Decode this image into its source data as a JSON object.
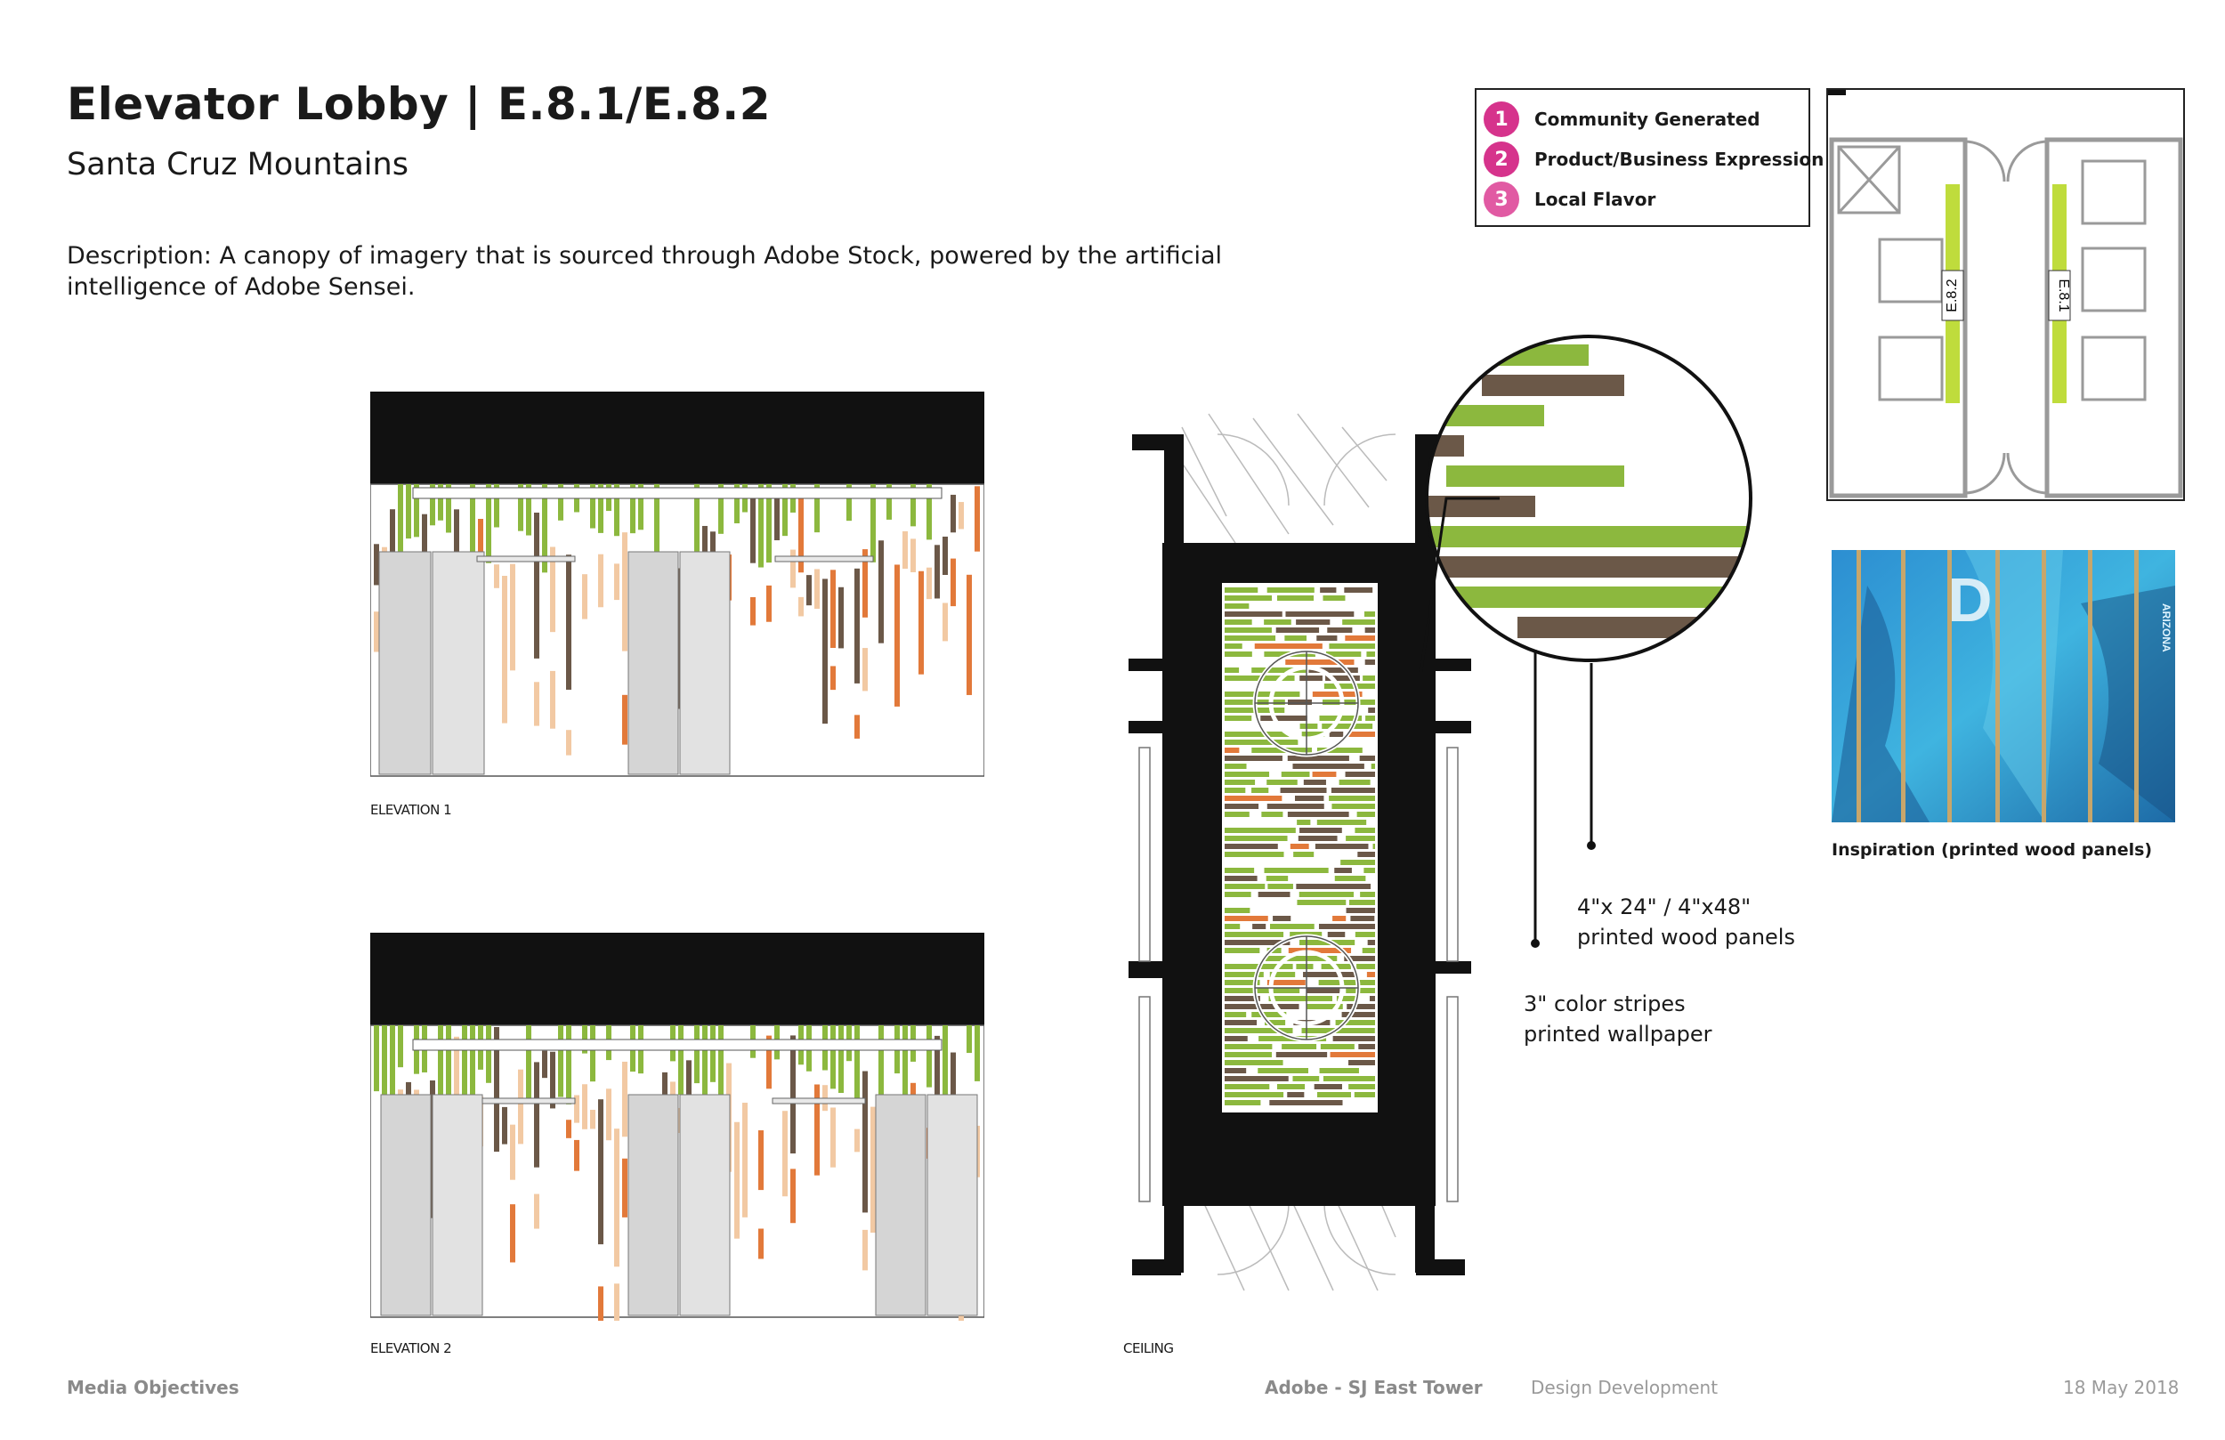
{
  "header": {
    "title": "Elevator Lobby | E.8.1/E.8.2",
    "subtitle": "Santa Cruz Mountains",
    "description": "Description: A canopy of imagery that is sourced through Adobe Stock, powered by the artificial intelligence of Adobe Sensei."
  },
  "legend": {
    "items": [
      {
        "number": "1",
        "label": "Community Generated",
        "color": "#d6338c"
      },
      {
        "number": "2",
        "label": "Product/Business Expression",
        "color": "#d6338c"
      },
      {
        "number": "3",
        "label": "Local Flavor",
        "color": "#e15aa3"
      }
    ]
  },
  "drawings": {
    "elevation1_label": "ELEVATION 1",
    "elevation2_label": "ELEVATION 2",
    "ceiling_label": "CEILING",
    "callout_panels_line1": "4\"x 24\" / 4\"x48\"",
    "callout_panels_line2": "printed wood panels",
    "callout_stripes_line1": "3\" color stripes",
    "callout_stripes_line2": "printed wallpaper"
  },
  "plan": {
    "tag_left": "E.8.2",
    "tag_right": "E.8.1"
  },
  "inspiration": {
    "caption": "Inspiration (printed wood panels)",
    "photo_text": "ARIZONA"
  },
  "footer": {
    "left": "Media Objectives",
    "project": "Adobe - SJ East Tower",
    "phase": "Design Development",
    "date": "18 May 2018"
  },
  "colors": {
    "green": "#8cb83e",
    "lime": "#bfdc3c",
    "orange": "#e2793a",
    "peach": "#f2c9a3",
    "bark": "#6b5848",
    "black": "#111111"
  }
}
